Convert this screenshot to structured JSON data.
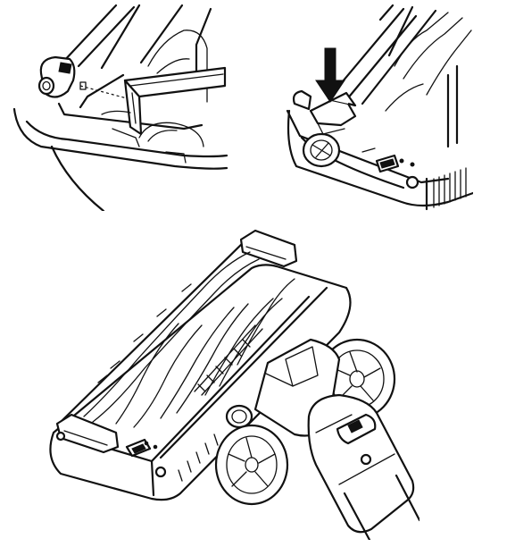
{
  "figure": {
    "panels": [
      {
        "id": "top-left",
        "depicts": "brush-roll-removal-detail"
      },
      {
        "id": "top-right",
        "depicts": "brush-roll-latch-press-detail",
        "arrow_direction": "down"
      },
      {
        "id": "bottom",
        "depicts": "motorized-floor-head-overview"
      }
    ]
  },
  "colors": {
    "line": "#111111",
    "background": "#ffffff"
  }
}
